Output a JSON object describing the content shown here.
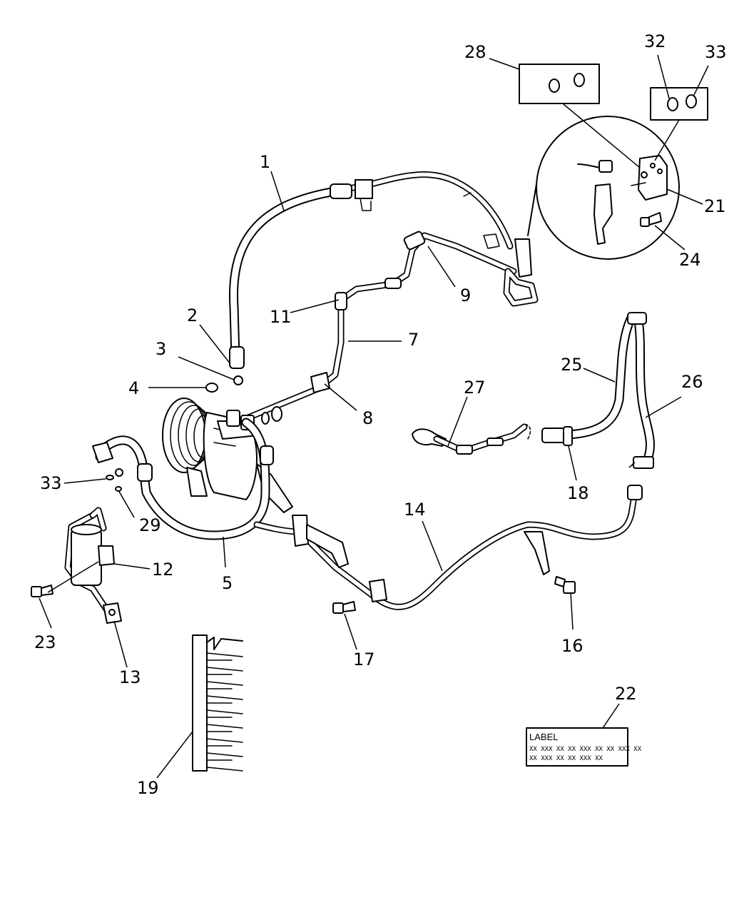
{
  "callouts": {
    "c1": "1",
    "c2": "2",
    "c3": "3",
    "c4": "4",
    "c5": "5",
    "c7": "7",
    "c8": "8",
    "c9": "9",
    "c11": "11",
    "c12": "12",
    "c13": "13",
    "c14": "14",
    "c16": "16",
    "c17": "17",
    "c18": "18",
    "c19": "19",
    "c21": "21",
    "c22": "22",
    "c23": "23",
    "c24": "24",
    "c25": "25",
    "c26": "26",
    "c27": "27",
    "c28": "28",
    "c29": "29",
    "c32": "32",
    "c33_top": "33",
    "c33_left": "33"
  },
  "label_plate": {
    "heading": "LABEL",
    "line1": "XX XXX XX XX XXX XX XX XXX XX",
    "line2": "XX XXX XX XX XXX XX"
  }
}
